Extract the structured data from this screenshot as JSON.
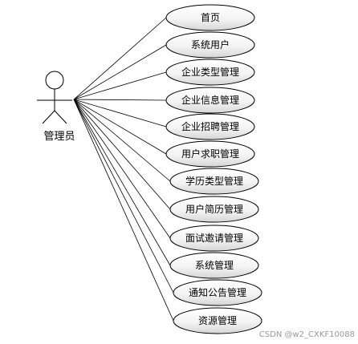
{
  "actor": {
    "name": "管理员"
  },
  "use_cases": [
    {
      "label": "首页"
    },
    {
      "label": "系统用户"
    },
    {
      "label": "企业类型管理"
    },
    {
      "label": "企业信息管理"
    },
    {
      "label": "企业招聘管理"
    },
    {
      "label": "用户求职管理"
    },
    {
      "label": "学历类型管理"
    },
    {
      "label": "用户简历管理"
    },
    {
      "label": "面试邀请管理"
    },
    {
      "label": "系统管理"
    },
    {
      "label": "通知公告管理"
    },
    {
      "label": "资源管理"
    }
  ],
  "watermark": "CSDN @w2_CXKF10088",
  "colors": {
    "line": "#000000",
    "ellipse_fill_top": "#ffffff",
    "ellipse_fill_bottom": "#dcdcdc",
    "watermark": "#9a9a9a"
  }
}
